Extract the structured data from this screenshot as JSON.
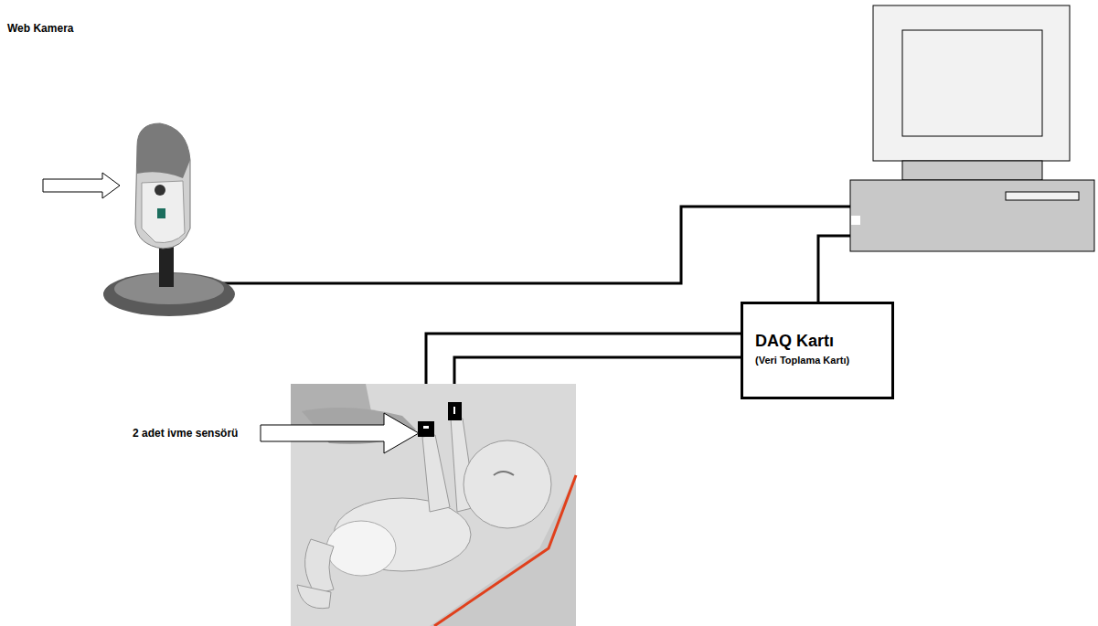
{
  "diagram": {
    "nodes": [
      {
        "text": [
          "DAQ Kartı",
          "(Veri Toplama Kartı)"
        ]
      }
    ],
    "labels": [
      "Web Kamera",
      "2 adet ivme sensörü"
    ]
  }
}
